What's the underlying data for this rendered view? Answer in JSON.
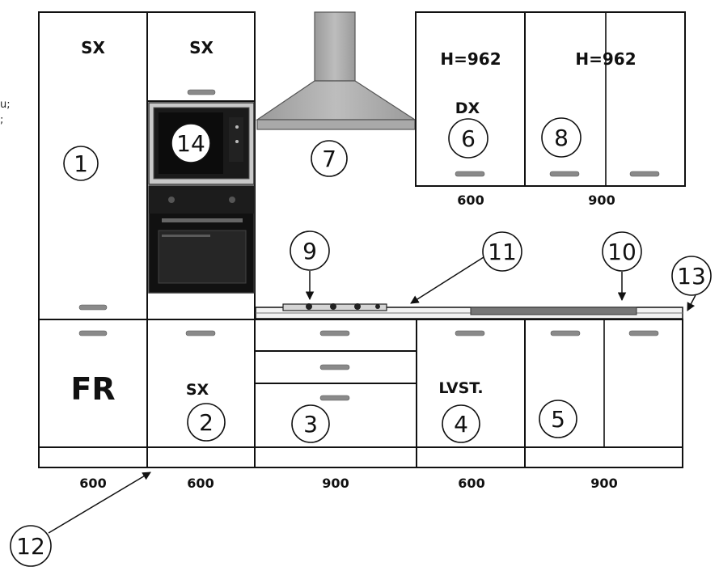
{
  "labels": {
    "tall_left_top": "SX",
    "tall_mid_top": "SX",
    "wall_left": "H=962",
    "wall_left_dir": "DX",
    "wall_right": "H=962",
    "base_fridge": "FR",
    "base_2": "SX",
    "base_4": "LVST."
  },
  "callouts": [
    "1",
    "2",
    "3",
    "4",
    "5",
    "6",
    "7",
    "8",
    "9",
    "10",
    "11",
    "12",
    "13",
    "14"
  ],
  "dimensions": {
    "wall_1": "600",
    "wall_2": "900",
    "base_1": "600",
    "base_2": "600",
    "base_3": "900",
    "base_4": "600",
    "base_5": "900"
  },
  "edge_text": [
    "u;",
    ";"
  ]
}
